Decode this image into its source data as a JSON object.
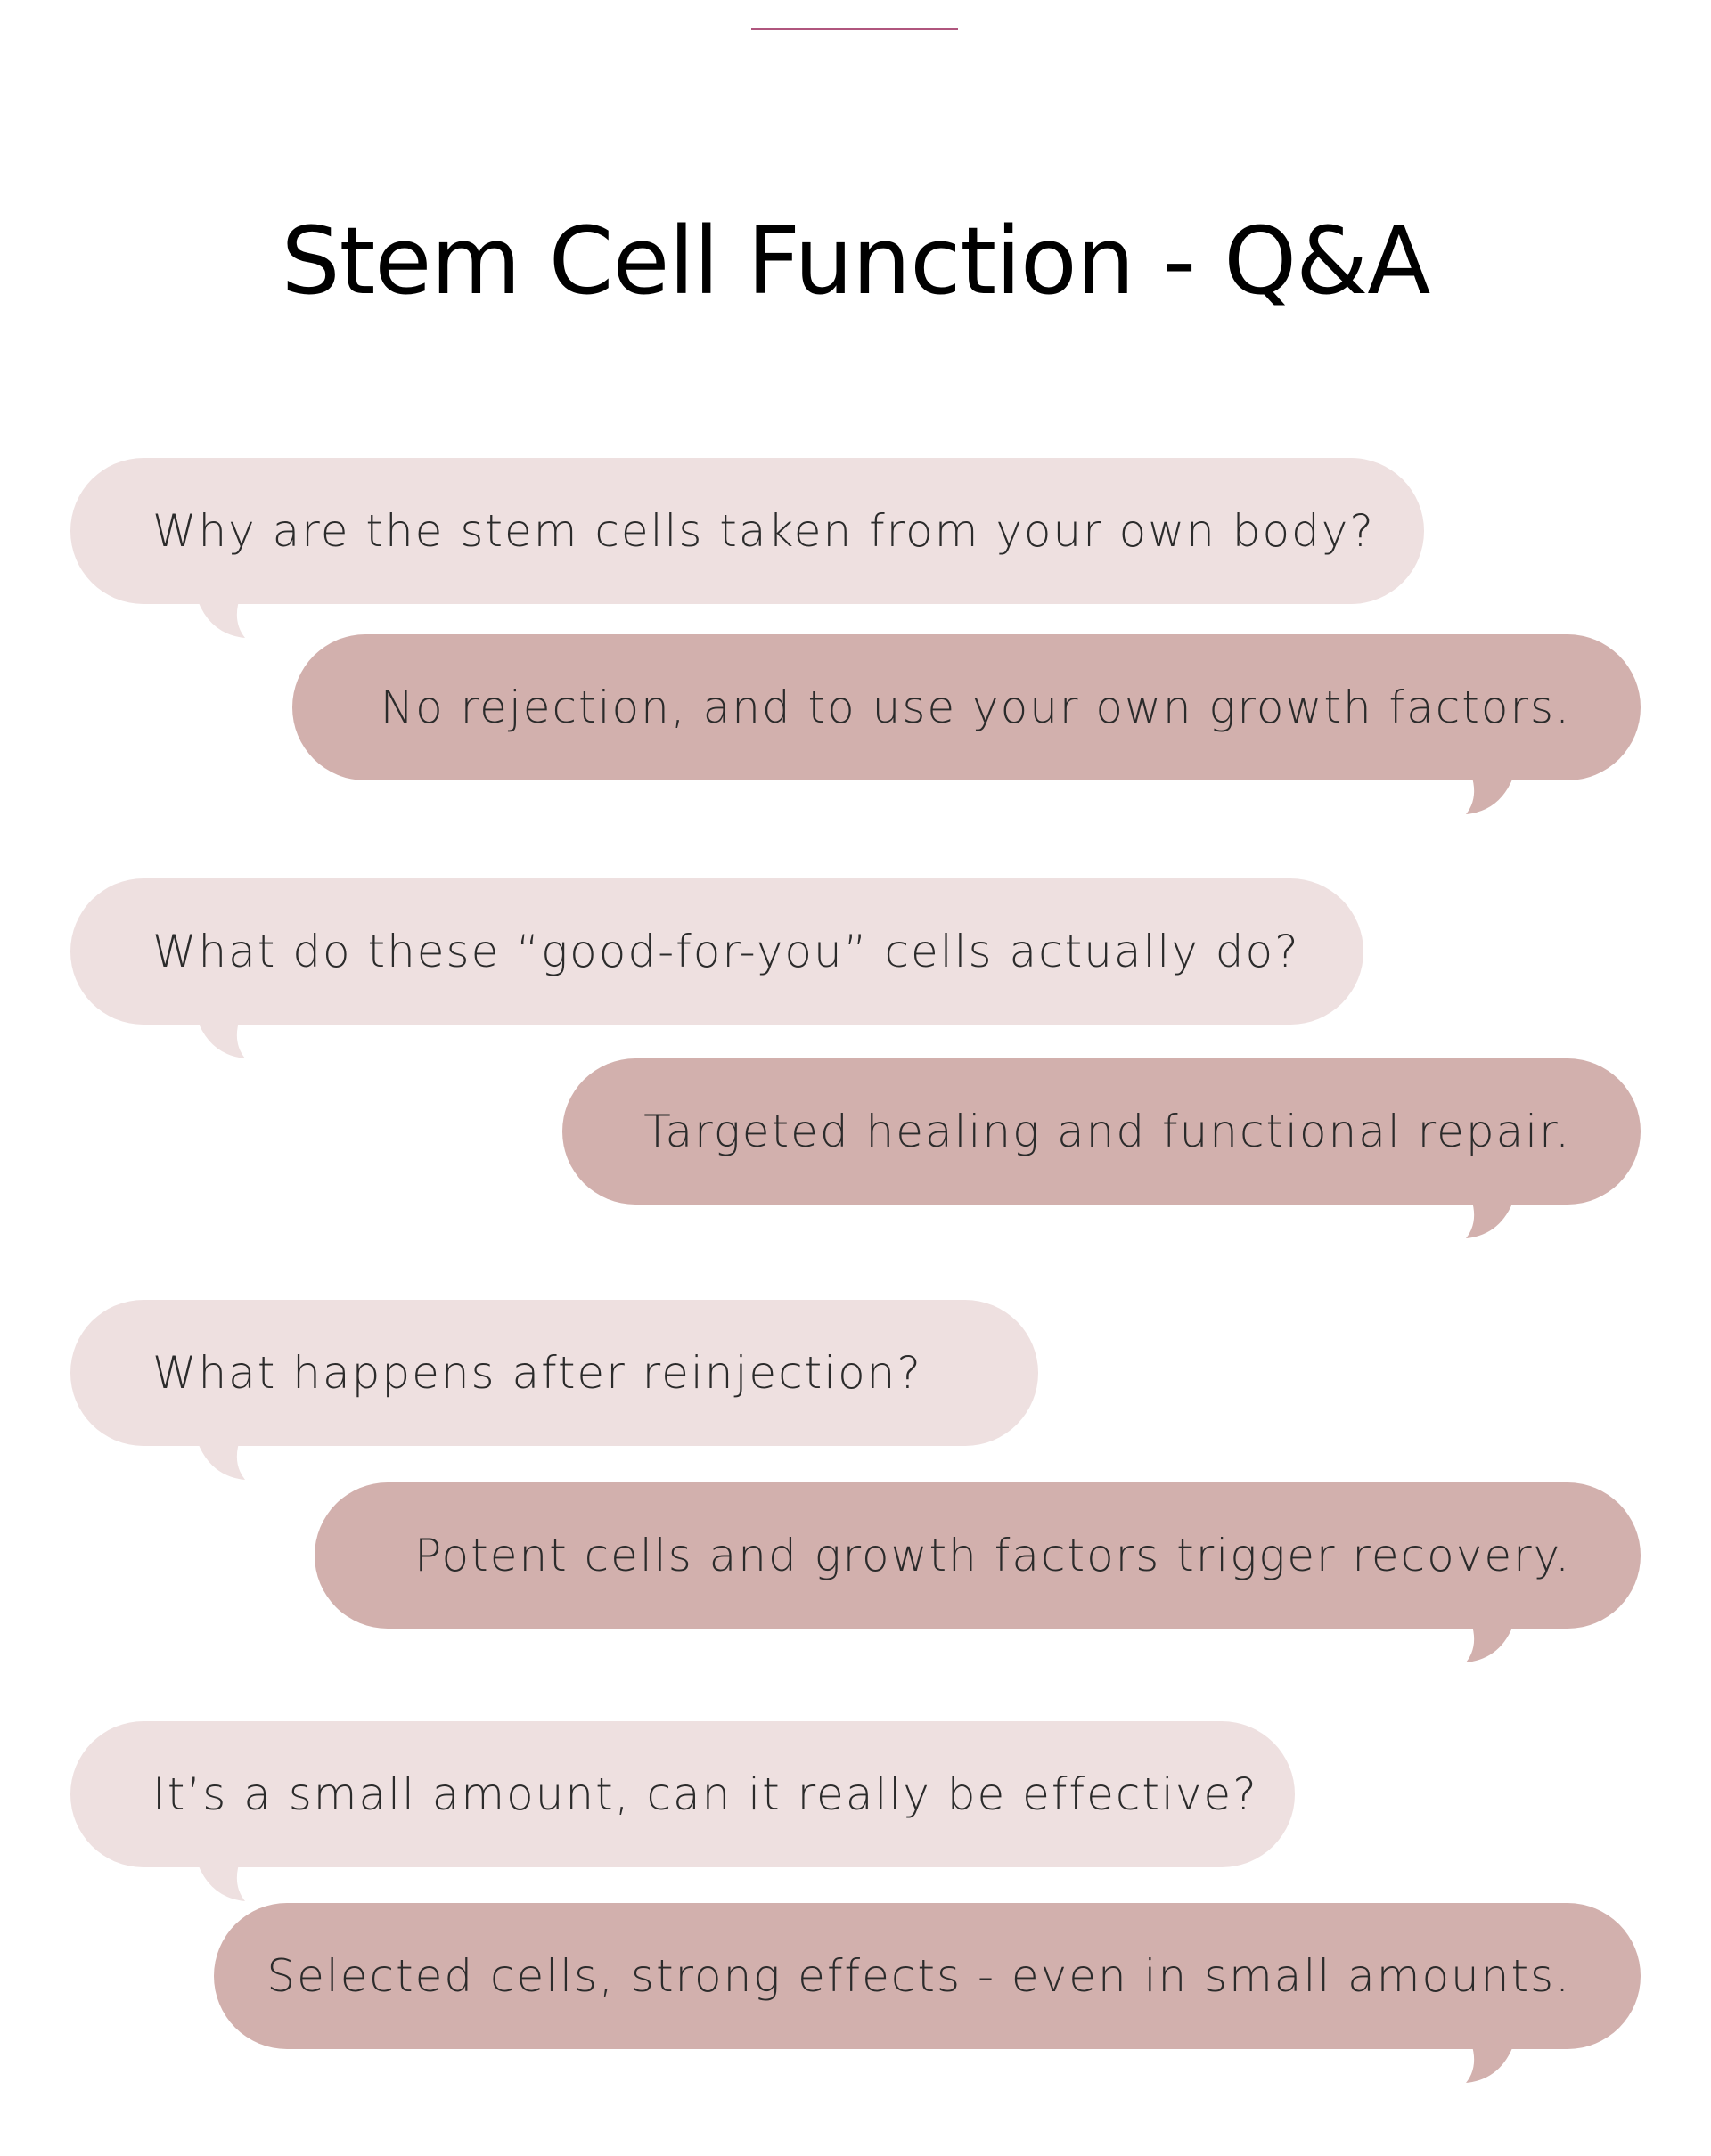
{
  "title": "Stem Cell Function - Q&A",
  "colors": {
    "accent_rule": "#b0567e",
    "question_bubble": "#eee0e0",
    "answer_bubble": "#d2b0ad",
    "text": "#2b2b2b"
  },
  "qa": [
    {
      "question": "Why are the stem cells taken from your own body?",
      "answer": "No rejection, and to use your own growth factors."
    },
    {
      "question": "What do these “good-for-you” cells actually do?",
      "answer": "Targeted healing and functional repair."
    },
    {
      "question": "What happens after reinjection?",
      "answer": "Potent cells and growth factors trigger recovery."
    },
    {
      "question": "It’s a small amount, can it really be effective?",
      "answer": "Selected cells, strong effects - even in small amounts."
    }
  ]
}
